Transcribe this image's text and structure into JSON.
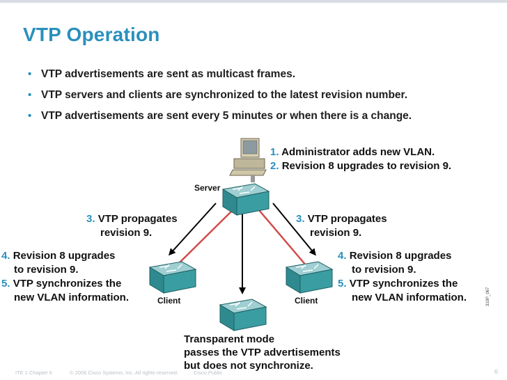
{
  "slide": {
    "title": "VTP Operation",
    "bullets": [
      "VTP advertisements are sent as multicast frames.",
      "VTP servers and clients are synchronized to the latest revision number.",
      "VTP advertisements are sent every 5 minutes or when there is a change."
    ]
  },
  "diagram": {
    "labels": {
      "server": "Server",
      "client_left": "Client",
      "client_right": "Client"
    },
    "admin_steps": [
      {
        "num": "1.",
        "text": "Administrator adds new VLAN."
      },
      {
        "num": "2.",
        "text": "Revision 8 upgrades to revision 9."
      }
    ],
    "propagate_left": {
      "num": "3.",
      "line1": "VTP propagates",
      "line2": "revision 9."
    },
    "propagate_right": {
      "num": "3.",
      "line1": "VTP propagates",
      "line2": "revision 9."
    },
    "client_left_steps": [
      {
        "num": "4.",
        "line1": "Revision 8 upgrades",
        "line2": "to revision 9."
      },
      {
        "num": "5.",
        "line1": "VTP synchronizes the",
        "line2": "new VLAN information."
      }
    ],
    "client_right_steps": [
      {
        "num": "4.",
        "line1": "Revision 8 upgrades",
        "line2": "to revision 9."
      },
      {
        "num": "5.",
        "line1": "VTP synchronizes the",
        "line2": "new VLAN information."
      }
    ],
    "transparent_note": [
      "Transparent mode",
      "passes the VTP advertisements",
      "but does not synchronize."
    ],
    "figure_code": "310P_067"
  },
  "footer": {
    "chapter": "ITE 1 Chapter 6",
    "copyright": "© 2006 Cisco Systems, Inc. All rights reserved.",
    "classification": "Cisco Public",
    "page": "6"
  },
  "colors": {
    "accent": "#2a8fbd",
    "switch_body": "#2e8a8e",
    "trunk_red": "#d24b4b"
  }
}
